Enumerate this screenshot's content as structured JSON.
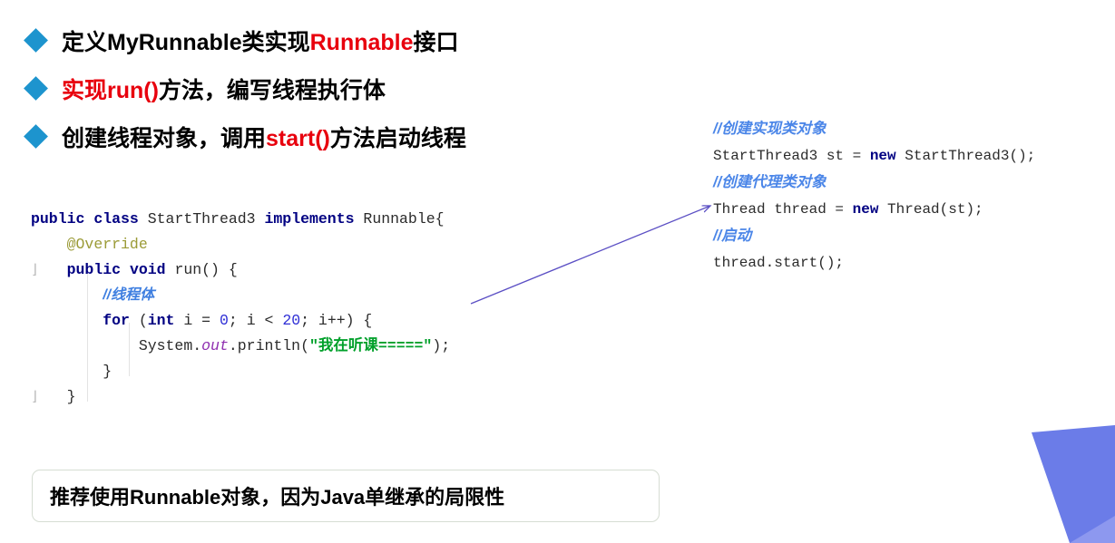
{
  "slide": {
    "bullets": [
      {
        "marker": "diamond-bullet",
        "segments": [
          {
            "text": "定义MyRunnable类实现",
            "color": "#000000"
          },
          {
            "text": "Runnable",
            "color": "#e8000d"
          },
          {
            "text": "接口",
            "color": "#000000"
          }
        ],
        "plain": "定义MyRunnable类实现Runnable接口"
      },
      {
        "marker": "diamond-bullet",
        "segments": [
          {
            "text": "实现run()",
            "color": "#e8000d"
          },
          {
            "text": "方法，编写线程执行体",
            "color": "#000000"
          }
        ],
        "plain": "实现run()方法，编写线程执行体"
      },
      {
        "marker": "diamond-bullet",
        "segments": [
          {
            "text": "创建线程对象，调用",
            "color": "#000000"
          },
          {
            "text": "start()",
            "color": "#e8000d"
          },
          {
            "text": "方法启动线程",
            "color": "#000000"
          }
        ],
        "plain": "创建线程对象，调用start()方法启动线程"
      }
    ],
    "code_left": {
      "title": "StartThread3 class definition",
      "lines": [
        "public class StartThread3 implements Runnable{",
        "    @Override",
        "    public void run() {",
        "        //线程体",
        "        for (int i = 0; i < 20; i++) {",
        "            System.out.println(\"我在听课=====\");",
        "        }",
        "    }"
      ],
      "tokens": {
        "l1": {
          "kw1": "public",
          "kw2": "class",
          "name": "StartThread3",
          "kw3": "implements",
          "iface": "Runnable{"
        },
        "l2": {
          "annotation": "@Override"
        },
        "l3": {
          "kw1": "public",
          "kw2": "void",
          "method": "run() {"
        },
        "l4": {
          "comment": "//线程体"
        },
        "l5": {
          "kw": "for",
          "open": "(",
          "type": "int",
          "init": " i = ",
          "zero": "0",
          "sep1": "; i < ",
          "twenty": "20",
          "sep2": "; i++) {"
        },
        "l6": {
          "sys": "System.",
          "out": "out",
          "println": ".println(",
          "quote1": "\"",
          "str": "我在听课=====",
          "quote2": "\"",
          "tail": ");"
        },
        "l7": {
          "brace": "}"
        },
        "l8": {
          "brace": "}"
        }
      },
      "fold_markers": [
        "fold-marker-run",
        "fold-marker-class"
      ]
    },
    "code_right": {
      "title": "Runnable usage snippet",
      "lines": [
        "//创建实现类对象",
        "StartThread3 st = new StartThread3();",
        "//创建代理类对象",
        "Thread thread = new Thread(st);",
        "//启动",
        "thread.start();"
      ],
      "tokens": {
        "l1": {
          "comment": "//创建实现类对象"
        },
        "l2": {
          "type": "StartThread3 st = ",
          "kw": "new",
          "ctor": " StartThread3();"
        },
        "l3": {
          "comment": "//创建代理类对象"
        },
        "l4": {
          "type": "Thread thread = ",
          "kw": "new",
          "ctor": " Thread(st);"
        },
        "l5": {
          "comment": "//启动"
        },
        "l6": {
          "call": "thread.start();"
        }
      }
    },
    "arrow": {
      "name": "connector-arrow",
      "from": "code-left-block",
      "to": "thread-construction-line",
      "color": "#5b4fc4"
    },
    "callout": {
      "text": "推荐使用Runnable对象，因为Java单继承的局限性",
      "border_color": "#d6ddd3"
    },
    "decoration": {
      "name": "corner-triangle",
      "color_main": "#6b7ce8",
      "color_accent": "#8d98ef"
    },
    "colors": {
      "bullet_marker": "#1d94ce",
      "accent_red": "#e8000d",
      "keyword_blue": "#000082",
      "comment_blue": "#3f7fe0",
      "string_green": "#00a02a",
      "annotation_olive": "#9b9b37",
      "number_blue": "#2f2fd6",
      "field_purple": "#8f2fb0"
    }
  }
}
